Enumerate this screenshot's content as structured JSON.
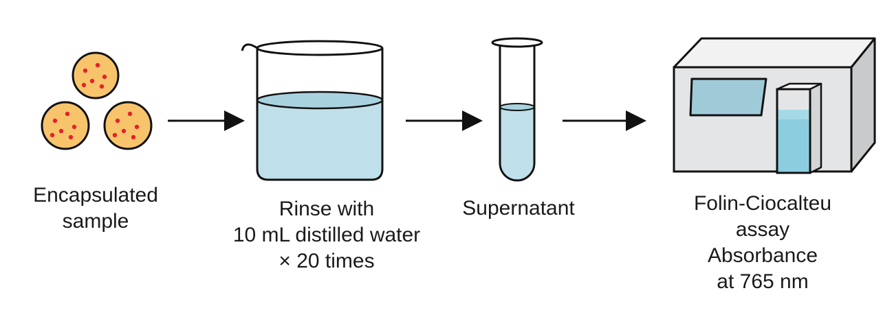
{
  "steps": [
    {
      "id": "sample",
      "icon": "capsule-beads-icon",
      "lines": [
        "Encapsulated",
        "sample"
      ]
    },
    {
      "id": "rinse",
      "icon": "beaker-icon",
      "lines": [
        "Rinse with",
        "10 mL distilled water",
        "× 20 times"
      ]
    },
    {
      "id": "supernatant",
      "icon": "test-tube-icon",
      "lines": [
        "Supernatant"
      ]
    },
    {
      "id": "assay",
      "icon": "spectrophotometer-icon",
      "lines": [
        "Folin-Ciocalteu",
        "assay",
        "Absorbance",
        "at 765 nm"
      ]
    }
  ],
  "colors": {
    "bead_fill": "#f7c46c",
    "bead_dot": "#e8202a",
    "liquid": "#bfe0ea",
    "liquid_surface": "#a9d2df",
    "instrument": "#e4e5e7",
    "screen": "#9fcbd9",
    "cuvette_liquid": "#8ccde0",
    "stroke": "#111111"
  }
}
